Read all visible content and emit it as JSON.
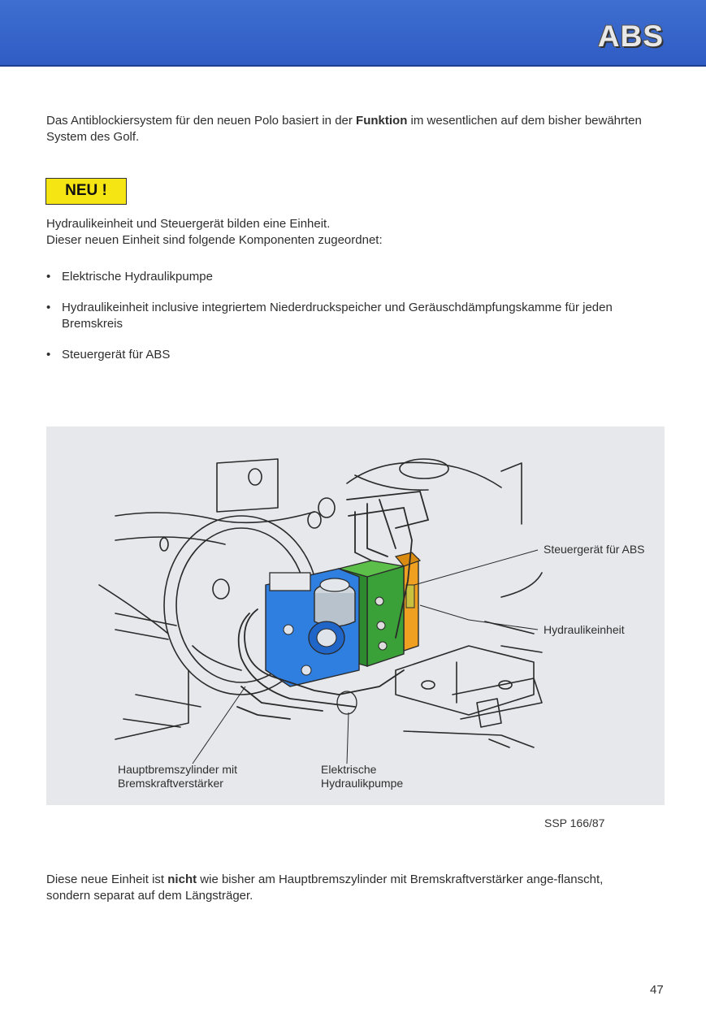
{
  "header": {
    "title": "ABS"
  },
  "intro": {
    "before": "Das Antiblockiersystem für den neuen Polo basiert in der ",
    "bold": "Funktion",
    "after": " im wesentlichen auf dem bisher bewährten System des Golf."
  },
  "neu_label": "NEU !",
  "para2": {
    "line1": "Hydraulikeinheit und Steuergerät bilden eine Einheit.",
    "line2": "Dieser neuen Einheit sind folgende Komponenten zugeordnet:"
  },
  "bullets": [
    "Elektrische Hydraulikpumpe",
    "Hydraulikeinheit inclusive integriertem Niederdruckspeicher und Geräuschdämpfungskamme für jeden Bremskreis",
    "Steuergerät für ABS"
  ],
  "figure": {
    "label_steuergeraet": "Steuergerät für ABS",
    "label_hydraulikeinheit": "Hydraulikeinheit",
    "label_hbz_line1": "Hauptbremszylinder mit",
    "label_hbz_line2": "Bremskraftverstärker",
    "label_pumpe_line1": "Elektrische",
    "label_pumpe_line2": "Hydraulikpumpe",
    "colors": {
      "blue_unit": "#2f7fe0",
      "green_unit": "#3aa038",
      "orange_unit": "#f0a020"
    }
  },
  "caption": "SSP 166/87",
  "para3": {
    "before": "Diese neue Einheit ist ",
    "bold": "nicht",
    "after": " wie bisher am Hauptbremszylinder mit Bremskraftverstärker ange-flanscht, sondern separat auf dem Längsträger."
  },
  "page_number": "47"
}
